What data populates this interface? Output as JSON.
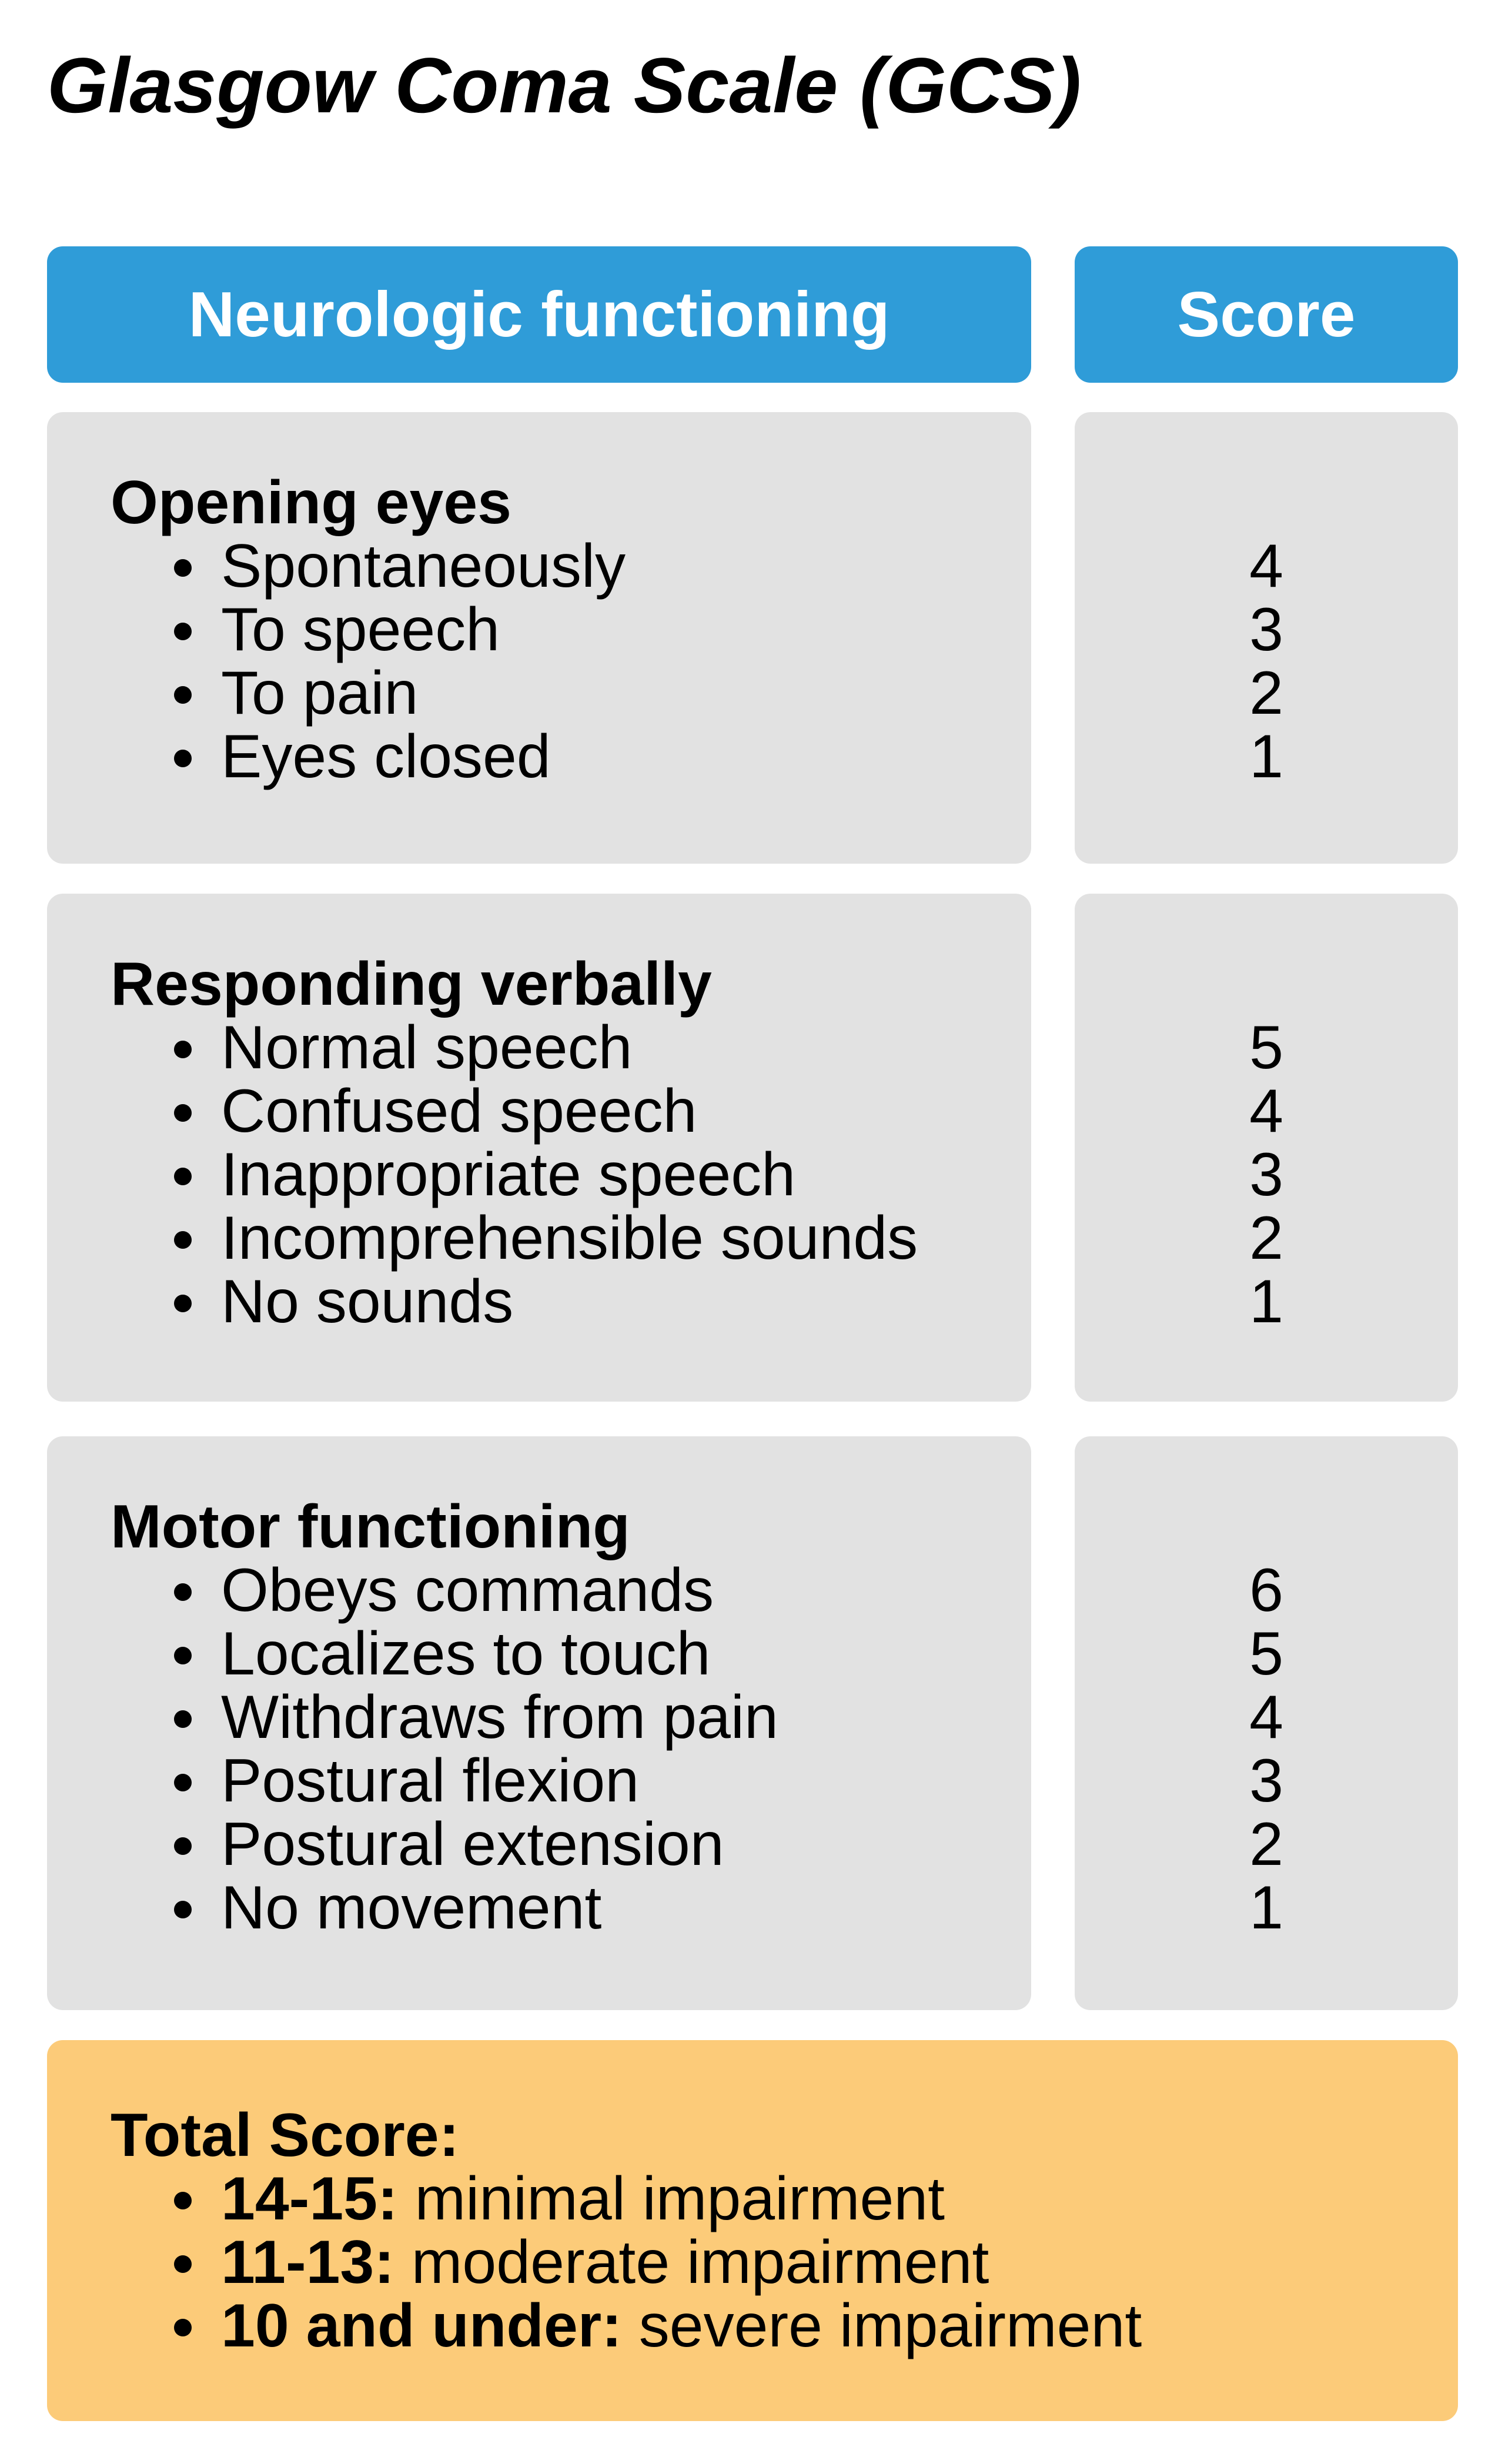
{
  "title": "Glasgow Coma Scale (GCS)",
  "headers": {
    "left": "Neurologic functioning",
    "right": "Score"
  },
  "sections": [
    {
      "title": "Opening eyes",
      "items": [
        {
          "label": "Spontaneously",
          "score": "4"
        },
        {
          "label": "To speech",
          "score": "3"
        },
        {
          "label": "To pain",
          "score": "2"
        },
        {
          "label": "Eyes closed",
          "score": "1"
        }
      ]
    },
    {
      "title": "Responding verbally",
      "items": [
        {
          "label": "Normal speech",
          "score": "5"
        },
        {
          "label": "Confused speech",
          "score": "4"
        },
        {
          "label": "Inappropriate speech",
          "score": "3"
        },
        {
          "label": "Incomprehensible sounds",
          "score": "2"
        },
        {
          "label": "No sounds",
          "score": "1"
        }
      ]
    },
    {
      "title": "Motor functioning",
      "items": [
        {
          "label": "Obeys commands",
          "score": "6"
        },
        {
          "label": "Localizes to touch",
          "score": "5"
        },
        {
          "label": "Withdraws from pain",
          "score": "4"
        },
        {
          "label": "Postural flexion",
          "score": "3"
        },
        {
          "label": "Postural extension",
          "score": "2"
        },
        {
          "label": "No movement",
          "score": "1"
        }
      ]
    }
  ],
  "total": {
    "title": "Total Score:",
    "ranges": [
      {
        "range": "14-15:",
        "meaning": "minimal impairment"
      },
      {
        "range": "11-13:",
        "meaning": "moderate impairment"
      },
      {
        "range": "10 and under:",
        "meaning": "severe impairment"
      }
    ]
  },
  "colors": {
    "header_blue": "#2f9cd8",
    "cell_grey": "#e2e2e2",
    "total_orange": "#fccb79"
  }
}
